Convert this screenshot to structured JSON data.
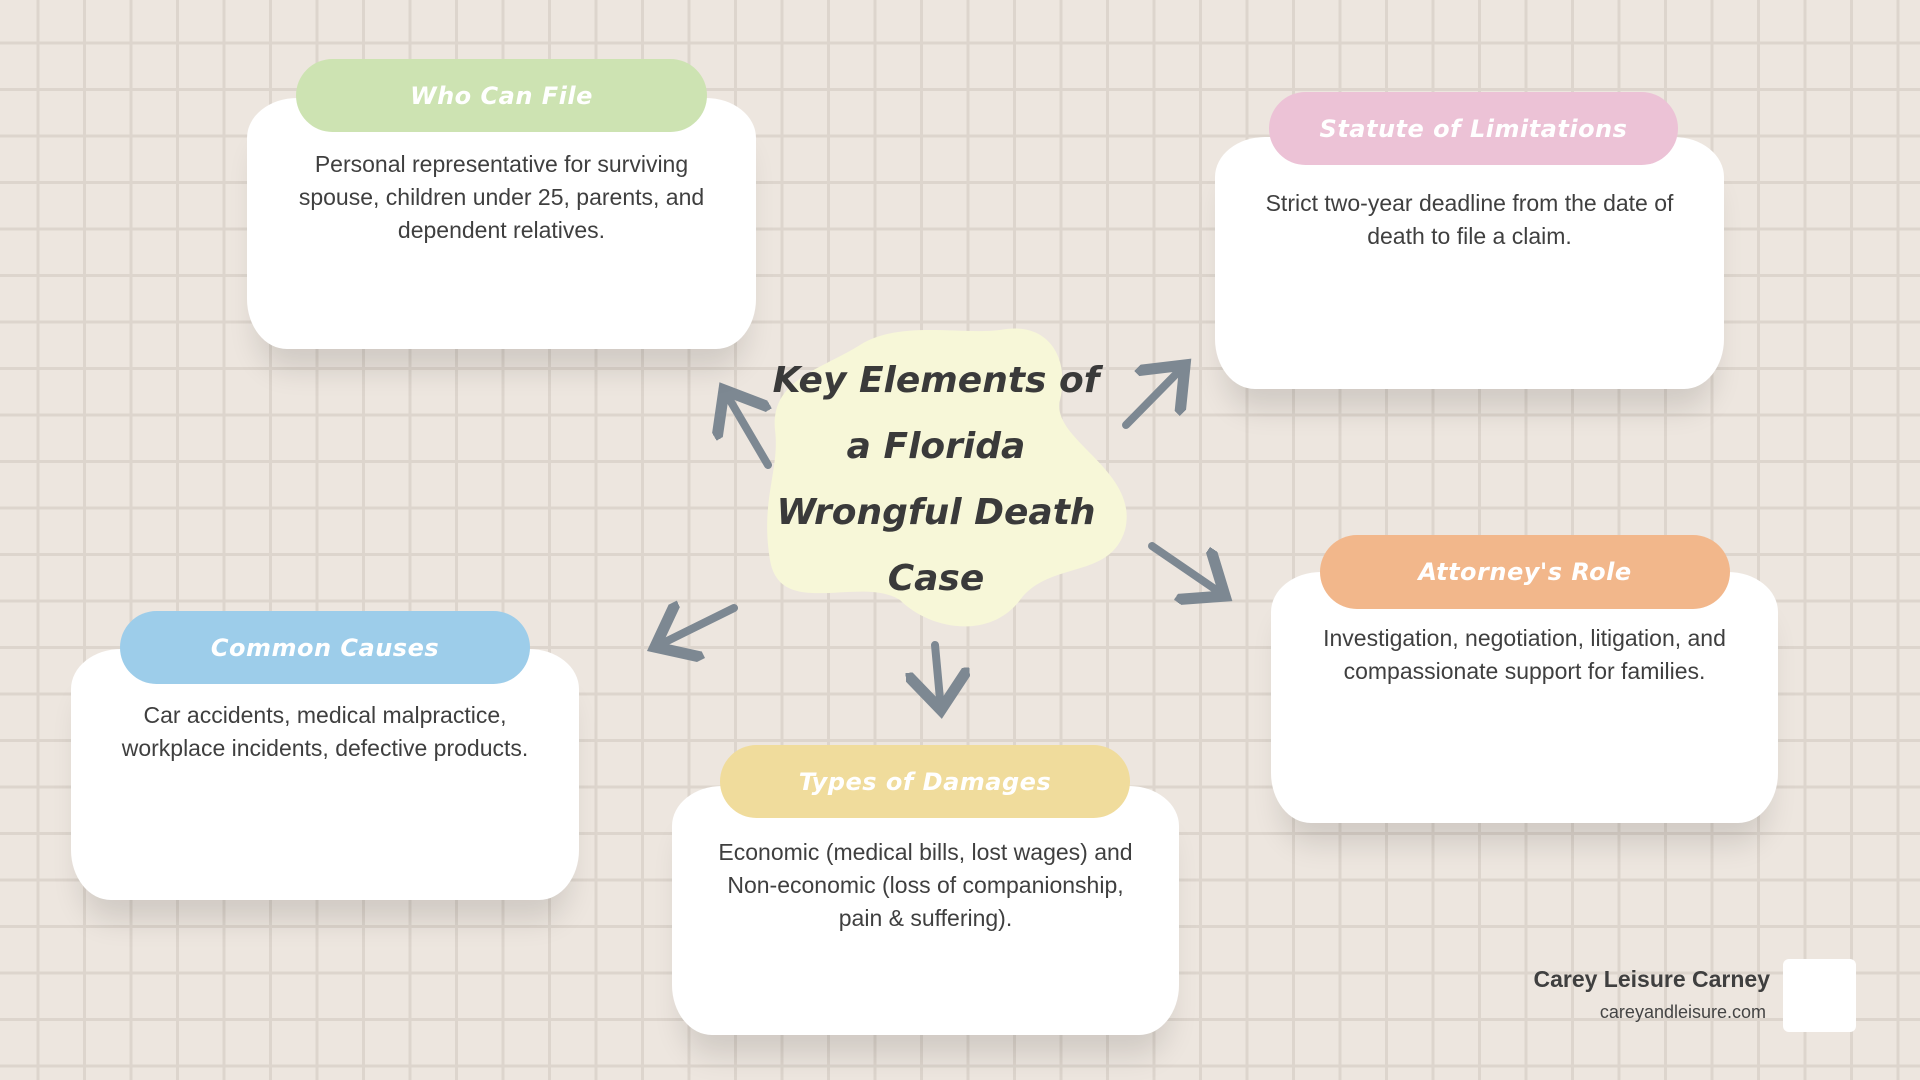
{
  "center": {
    "title": "Key Elements of a Florida Wrongful Death Case",
    "color": "#f7f7d8"
  },
  "cards": [
    {
      "id": "who-can-file",
      "title": "Who Can File",
      "text": "Personal representative for surviving spouse, children under 25, parents, and dependent relatives.",
      "color": "#cde3b2"
    },
    {
      "id": "statute-of-limitations",
      "title": "Statute of Limitations",
      "text": "Strict two-year deadline from the date of death to file a claim.",
      "color": "#ecc2d6"
    },
    {
      "id": "attorneys-role",
      "title": "Attorney's Role",
      "text": "Investigation, negotiation, litigation, and compassionate support for families.",
      "color": "#f2b78b"
    },
    {
      "id": "common-causes",
      "title": "Common Causes",
      "text": "Car accidents, medical malpractice, workplace incidents, defective products.",
      "color": "#9dcdea"
    },
    {
      "id": "types-of-damages",
      "title": "Types of Damages",
      "text": "Economic (medical bills, lost wages) and Non-economic (loss of companionship, pain & suffering).",
      "color": "#f0dc9c"
    }
  ],
  "footer": {
    "name": "Carey Leisure Carney",
    "url": "careyandleisure.com"
  },
  "arrow_color": "#7d8892"
}
